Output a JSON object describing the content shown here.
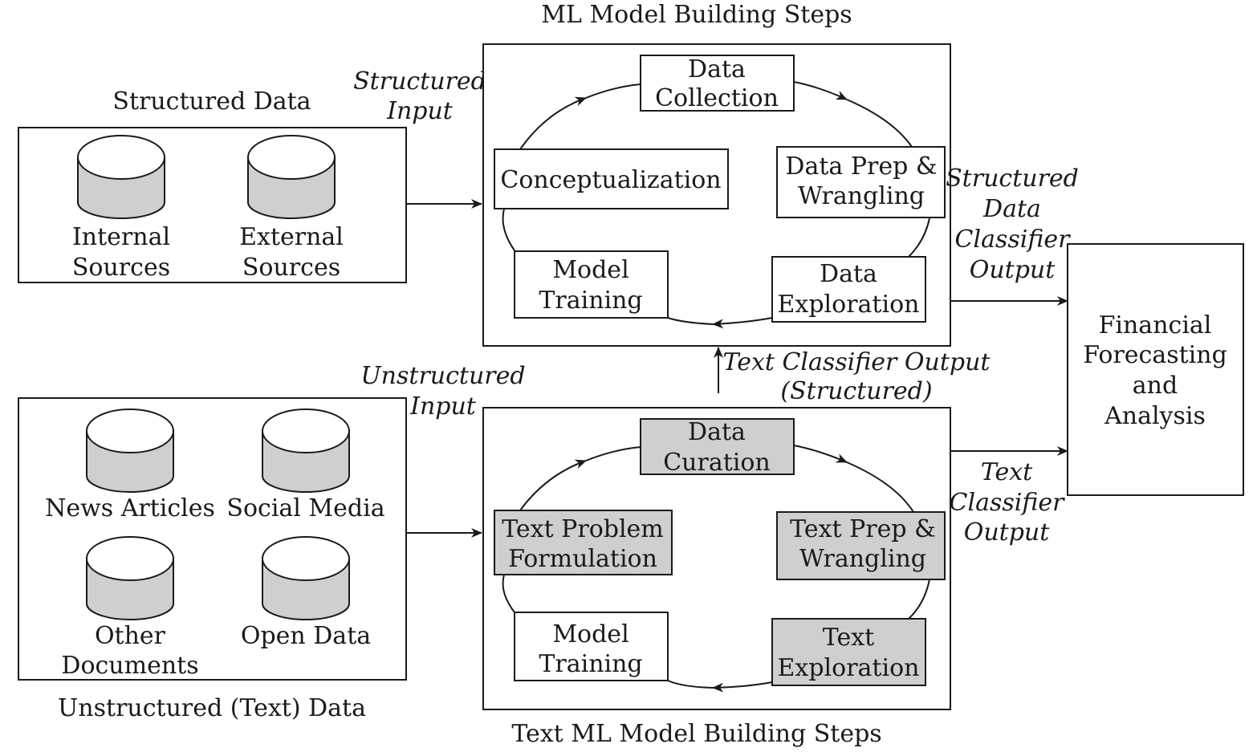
{
  "titles": {
    "ml_steps": "ML Model Building Steps",
    "text_ml_steps": "Text ML Model Building Steps",
    "structured_data": "Structured Data",
    "unstructured_data": "Unstructured (Text) Data"
  },
  "sources": {
    "structured": [
      {
        "line1": "Internal",
        "line2": "Sources"
      },
      {
        "line1": "External",
        "line2": "Sources"
      }
    ],
    "unstructured": [
      {
        "line1": "News Articles"
      },
      {
        "line1": "Social Media"
      },
      {
        "line1": "Other",
        "line2": "Documents"
      },
      {
        "line1": "Open Data"
      }
    ]
  },
  "inputs": {
    "structured": {
      "line1": "Structured",
      "line2": "Input"
    },
    "unstructured": {
      "line1": "Unstructured",
      "line2": "Input"
    }
  },
  "ml_cycle": {
    "data_collection": {
      "line1": "Data",
      "line2": "Collection"
    },
    "data_prep": {
      "line1": "Data Prep &",
      "line2": "Wrangling"
    },
    "data_exploration": {
      "line1": "Data",
      "line2": "Exploration"
    },
    "model_training": {
      "line1": "Model",
      "line2": "Training"
    },
    "conceptualization": "Conceptualization"
  },
  "text_cycle": {
    "data_curation": {
      "line1": "Data",
      "line2": "Curation"
    },
    "text_prep": {
      "line1": "Text Prep &",
      "line2": "Wrangling"
    },
    "text_exploration": {
      "line1": "Text",
      "line2": "Exploration"
    },
    "model_training": {
      "line1": "Model",
      "line2": "Training"
    },
    "text_problem": {
      "line1": "Text Problem",
      "line2": "Formulation"
    }
  },
  "outputs": {
    "structured_classifier": {
      "line1": "Structured",
      "line2": "Data",
      "line3": "Classifier",
      "line4": "Output"
    },
    "text_classifier_structured": {
      "line1": "Text Classifier Output",
      "line2": "(Structured)"
    },
    "text_classifier": {
      "line1": "Text",
      "line2": "Classifier",
      "line3": "Output"
    }
  },
  "destination": {
    "line1": "Financial",
    "line2": "Forecasting",
    "line3": "and",
    "line4": "Analysis"
  },
  "colors": {
    "stroke": "#1a1a1a",
    "highlight_fill": "#cfcfcf",
    "cylinder_fill": "#cfcfcf"
  },
  "icons": [
    "database-icon"
  ]
}
